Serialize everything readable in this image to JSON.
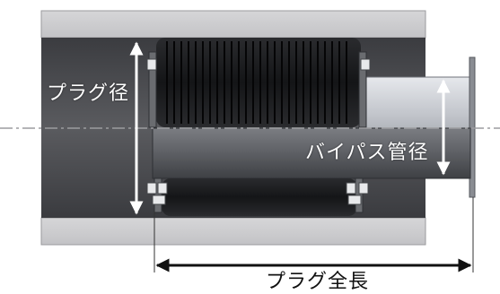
{
  "labels": {
    "plug_diameter": "プラグ径",
    "bypass_pipe_diameter": "バイパス管径",
    "plug_total_length": "プラグ全長"
  },
  "colors": {
    "background": "#ffffff",
    "pipe_wall": "#cfcfd1",
    "pipe_bore": "#4a4b4f",
    "rubber": "#1e1f22",
    "bypass_pipe": "#b9bcc3",
    "dimension_line": "#111111"
  }
}
